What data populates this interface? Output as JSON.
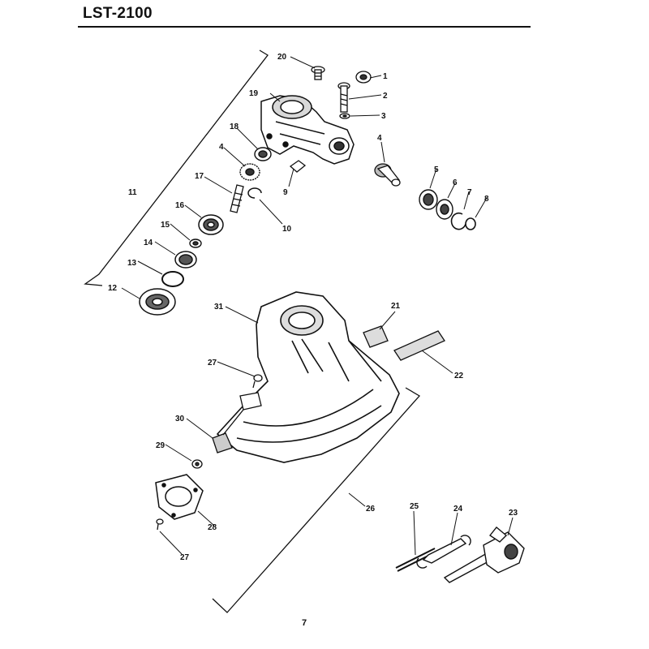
{
  "header": {
    "model": "LST-2100"
  },
  "footer": {
    "page_number": "7"
  },
  "callouts": {
    "c1": "1",
    "c2": "2",
    "c3": "3",
    "c4a": "4",
    "c4b": "4",
    "c5": "5",
    "c6": "6",
    "c7": "7",
    "c8": "8",
    "c9": "9",
    "c10": "10",
    "c11": "11",
    "c12": "12",
    "c13": "13",
    "c14": "14",
    "c15": "15",
    "c16": "16",
    "c17": "17",
    "c18": "18",
    "c19": "19",
    "c20": "20",
    "c21": "21",
    "c22": "22",
    "c23": "23",
    "c24": "24",
    "c25": "25",
    "c26": "26",
    "c27a": "27",
    "c27b": "27",
    "c28": "28",
    "c29": "29",
    "c30": "30",
    "c31": "31"
  }
}
